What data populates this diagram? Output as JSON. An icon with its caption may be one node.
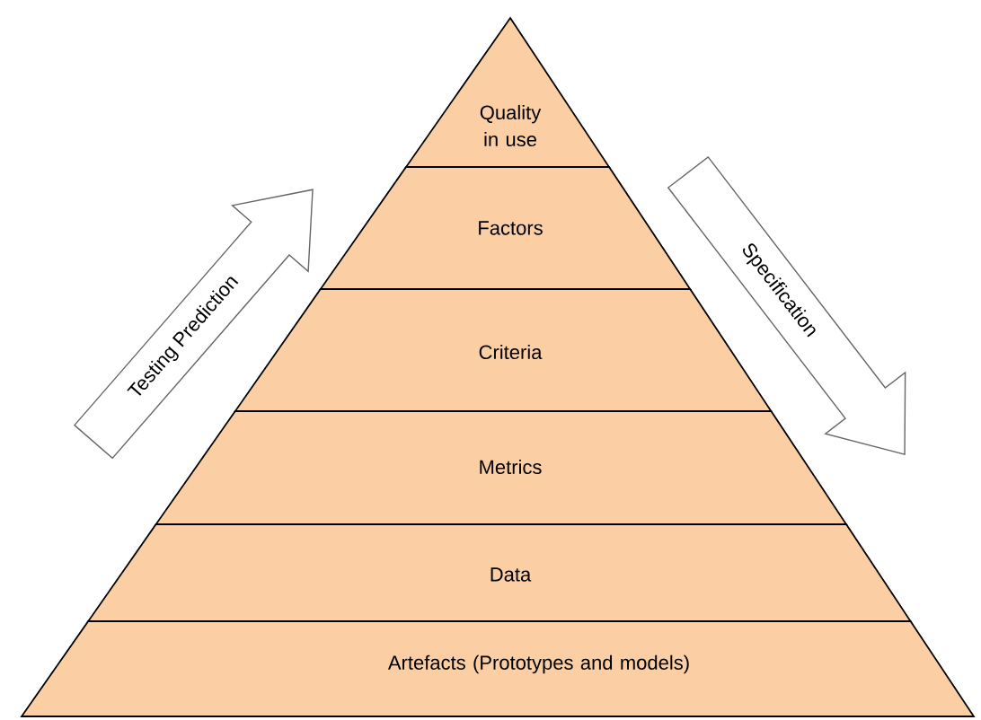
{
  "diagram": {
    "nodes": [
      {
        "text": [
          "Quality in use"
        ]
      },
      {
        "text": [
          "Factors"
        ]
      },
      {
        "text": [
          "Criteria"
        ]
      },
      {
        "text": [
          "Metrics"
        ]
      },
      {
        "text": [
          "Data"
        ]
      },
      {
        "text": [
          "Artefacts (Prototypes and models)"
        ]
      }
    ],
    "labels": [
      "Testing Prediction",
      "Specification"
    ]
  }
}
